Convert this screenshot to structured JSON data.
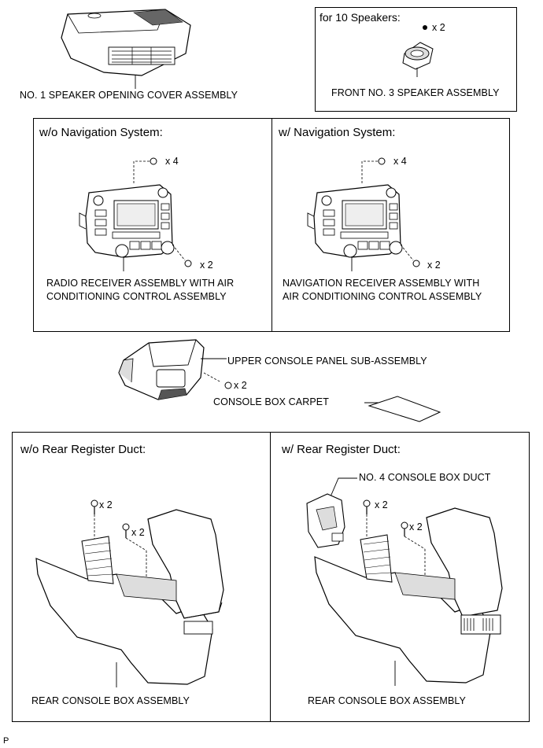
{
  "labels": {
    "speaker_cover": "NO. 1 SPEAKER OPENING COVER ASSEMBLY",
    "front_speaker": "FRONT NO. 3 SPEAKER ASSEMBLY",
    "radio_receiver_line1": "RADIO RECEIVER ASSEMBLY WITH AIR",
    "radio_receiver_line2": "CONDITIONING CONTROL ASSEMBLY",
    "nav_receiver_line1": "NAVIGATION RECEIVER ASSEMBLY WITH",
    "nav_receiver_line2": "AIR CONDITIONING CONTROL ASSEMBLY",
    "upper_console": "UPPER CONSOLE PANEL SUB-ASSEMBLY",
    "console_carpet": "CONSOLE BOX CARPET",
    "console_duct": "NO. 4 CONSOLE BOX DUCT",
    "rear_console_left": "REAR CONSOLE BOX ASSEMBLY",
    "rear_console_right": "REAR CONSOLE BOX ASSEMBLY"
  },
  "panels": {
    "speakers_10": "for 10 Speakers:",
    "wo_navigation": "w/o Navigation System:",
    "w_navigation": "w/ Navigation System:",
    "wo_rear_duct": "w/o Rear Register Duct:",
    "w_rear_duct": "w/ Rear Register Duct:"
  },
  "quantities": {
    "speaker_screw": "x 2",
    "radio_top": "x 4",
    "radio_side": "x 2",
    "nav_top": "x 4",
    "nav_side": "x 2",
    "upper_console": "x 2",
    "rear_left_a": "x 2",
    "rear_left_b": "x 2",
    "rear_right_a": "x 2",
    "rear_right_b": "x 2"
  },
  "footer_code": "P"
}
